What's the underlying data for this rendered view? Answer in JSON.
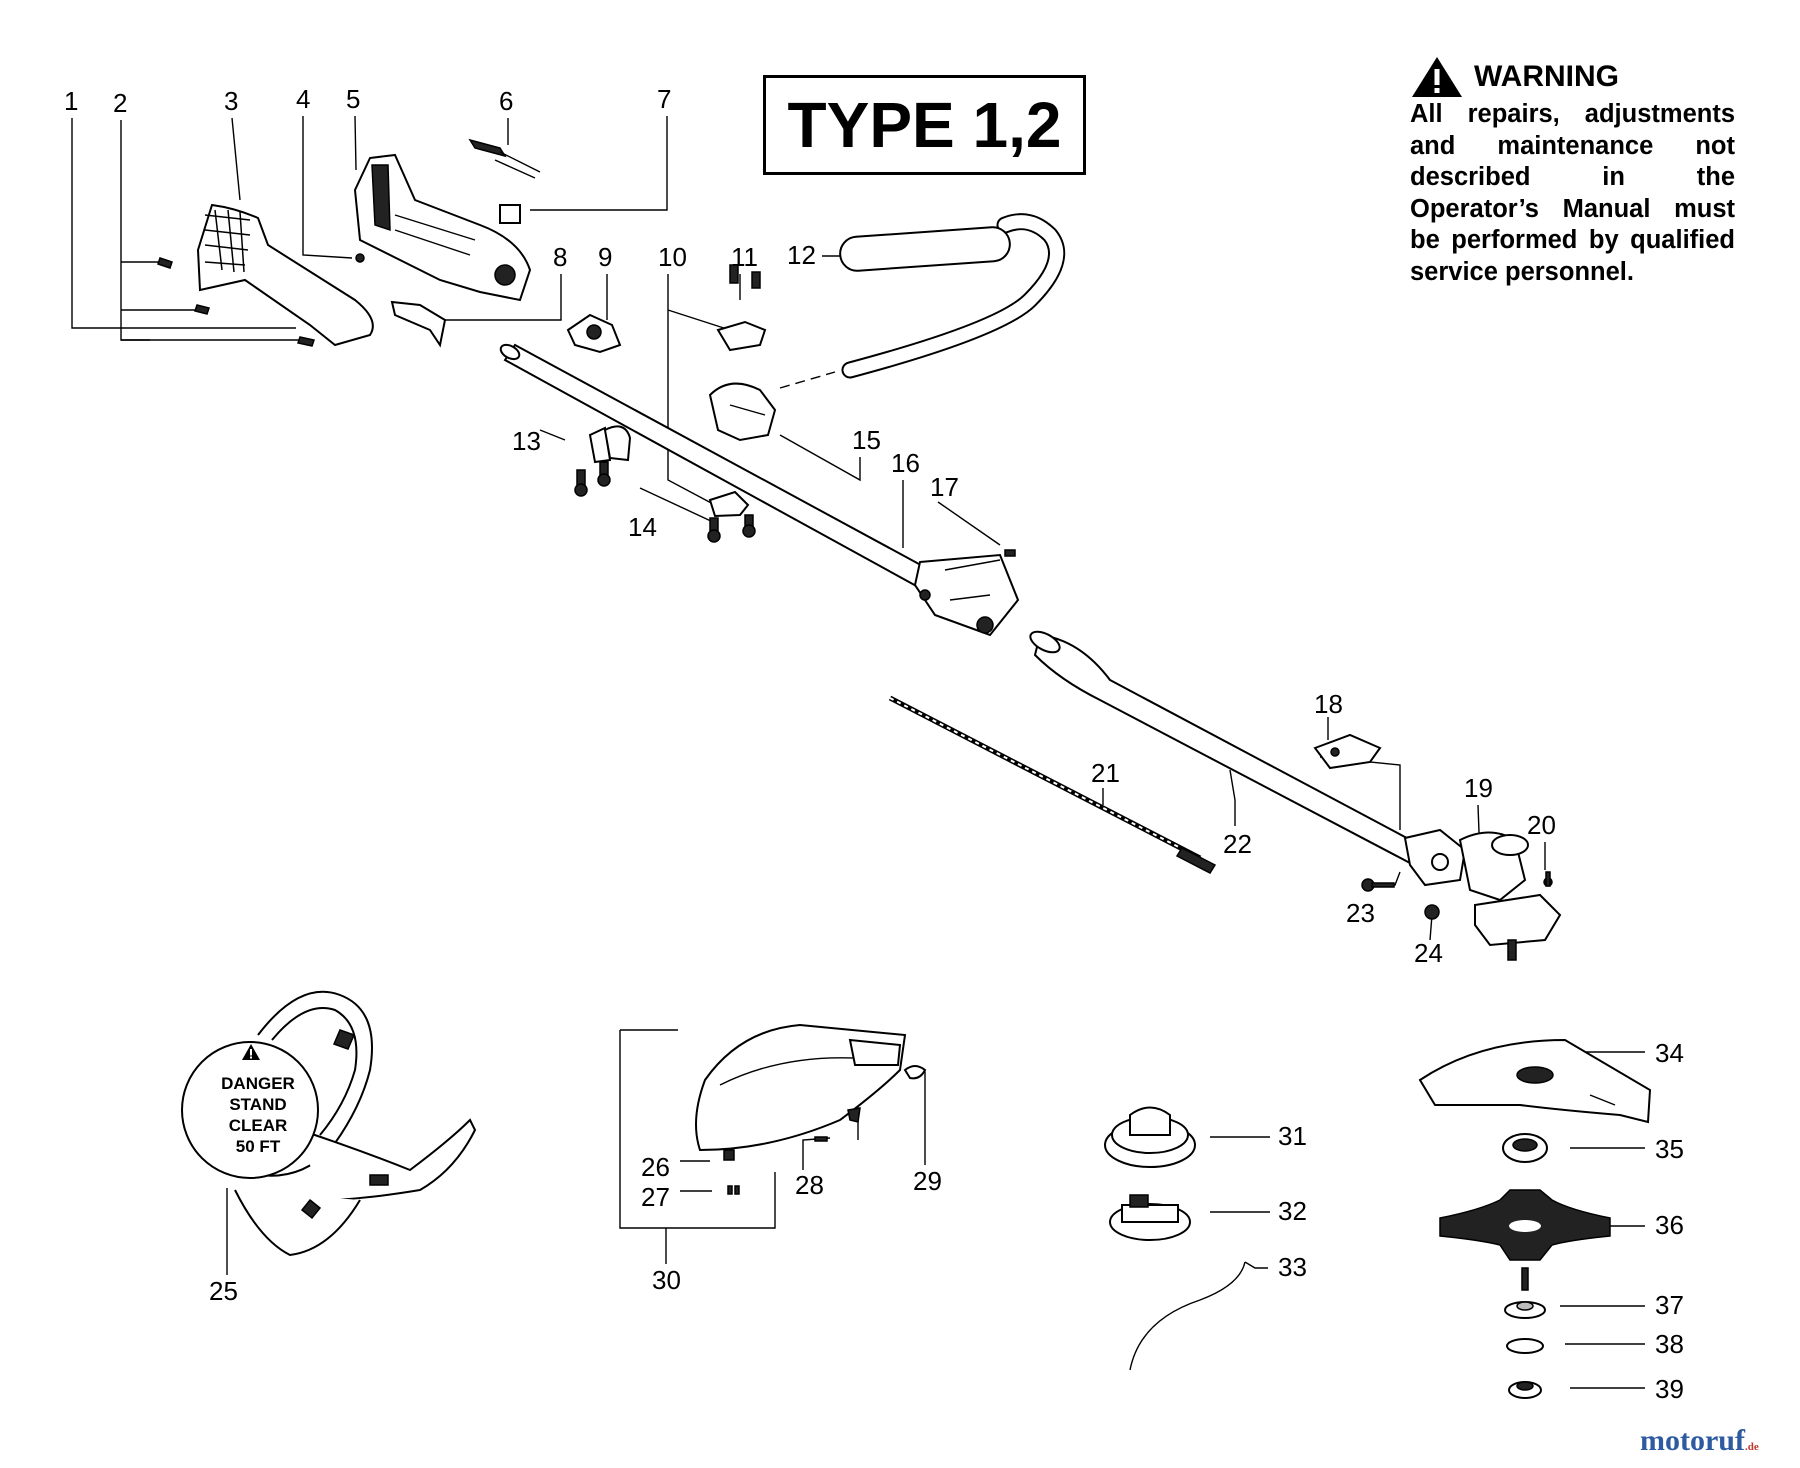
{
  "type_label": "TYPE 1,2",
  "warning": {
    "title": "WARNING",
    "body": "All repairs, adjustments and maintenance not described in the Operator’s Manual must be performed by qualified service personnel."
  },
  "danger_decal": {
    "line1": "DANGER",
    "line2": "STAND",
    "line3": "CLEAR",
    "line4": "50 FT"
  },
  "watermark": {
    "name": "motoruf",
    "suffix": ".de"
  },
  "callouts": [
    "1",
    "2",
    "3",
    "4",
    "5",
    "6",
    "7",
    "8",
    "9",
    "10",
    "11",
    "12",
    "13",
    "14",
    "15",
    "16",
    "17",
    "18",
    "19",
    "20",
    "21",
    "22",
    "23",
    "24",
    "25",
    "26",
    "27",
    "28",
    "29",
    "30",
    "31",
    "32",
    "33",
    "34",
    "35",
    "36",
    "37",
    "38",
    "39"
  ],
  "icons": [
    "warning-triangle-icon"
  ]
}
